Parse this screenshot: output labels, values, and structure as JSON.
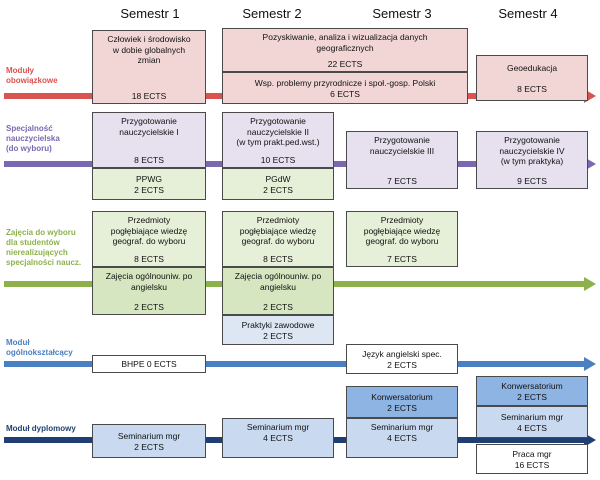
{
  "semesters": [
    "Semestr 1",
    "Semestr 2",
    "Semestr 3",
    "Semestr 4"
  ],
  "rows": {
    "obowiazkowe": {
      "label": "Moduły\nobowiązkowe",
      "color": "#d9534f"
    },
    "specjalnosc": {
      "label": "Specjalność\nnauczycielska\n(do wyboru)",
      "color": "#7b68b0"
    },
    "zajecia": {
      "label": "Zajęcia do wyboru\ndla studentów\nnierealizujących\nspecjalności naucz.",
      "color": "#8db24c"
    },
    "ogolno": {
      "label": "Moduł\nogólnokształcący",
      "color": "#4a7fc1"
    },
    "dyplomowy": {
      "label": "Moduł dyplomowy",
      "color": "#1f3f73"
    }
  },
  "boxes": {
    "czlowiek": {
      "title": "Człowiek i środowisko\nw dobie globalnych\nzmian",
      "ects": "18 ECTS"
    },
    "pozyskiwanie": {
      "title": "Pozyskiwanie, analiza i wizualizacja danych\ngeograficznych",
      "ects": "22 ECTS"
    },
    "wsp": {
      "title": "Wsp. problemy przyrodnicze i społ.-gosp. Polski",
      "ects": "6 ECTS"
    },
    "geoedukacja": {
      "title": "Geoedukacja",
      "ects": "8 ECTS"
    },
    "przyg1": {
      "title": "Przygotowanie\nnauczycielskie I",
      "ects": "8 ECTS"
    },
    "przyg2": {
      "title": "Przygotowanie\nnauczycielskie II\n(w tym prakt.ped.wst.)",
      "ects": "10 ECTS"
    },
    "przyg3": {
      "title": "Przygotowanie\nnauczycielskie III",
      "ects": "7 ECTS"
    },
    "przyg4": {
      "title": "Przygotowanie\nnauczycielskie IV\n(w tym praktyka)",
      "ects": "9 ECTS"
    },
    "ppwg": {
      "title": "PPWG",
      "ects": "2 ECTS"
    },
    "pgdw": {
      "title": "PGdW",
      "ects": "2 ECTS"
    },
    "pogl1": {
      "title": "Przedmioty\npogłębiające wiedzę\ngeograf. do wyboru",
      "ects": "8 ECTS"
    },
    "pogl2": {
      "title": "Przedmioty\npogłębiające wiedzę\ngeograf. do wyboru",
      "ects": "8 ECTS"
    },
    "pogl3": {
      "title": "Przedmioty\npogłębiające wiedzę\ngeograf. do wyboru",
      "ects": "7 ECTS"
    },
    "ogolniw1": {
      "title": "Zajęcia ogólnouniw. po\nangielsku",
      "ects": "2 ECTS"
    },
    "ogolniw2": {
      "title": "Zajęcia ogólnouniw. po\nangielsku",
      "ects": "2 ECTS"
    },
    "praktyki": {
      "title": "Praktyki zawodowe",
      "ects": "2 ECTS"
    },
    "bhpe": {
      "title": "BHPE 0 ECTS"
    },
    "jezyk": {
      "title": "Język angielski spec.",
      "ects": "2 ECTS"
    },
    "konw3": {
      "title": "Konwersatorium",
      "ects": "2 ECTS"
    },
    "konw4": {
      "title": "Konwersatorium",
      "ects": "2 ECTS"
    },
    "sem1": {
      "title": "Seminarium mgr",
      "ects": "2 ECTS"
    },
    "sem2": {
      "title": "Seminarium mgr",
      "ects": "4 ECTS"
    },
    "sem3": {
      "title": "Seminarium mgr",
      "ects": "4 ECTS"
    },
    "sem4": {
      "title": "Seminarium mgr",
      "ects": "4 ECTS"
    },
    "praca": {
      "title": "Praca mgr",
      "ects": "16 ECTS"
    }
  }
}
